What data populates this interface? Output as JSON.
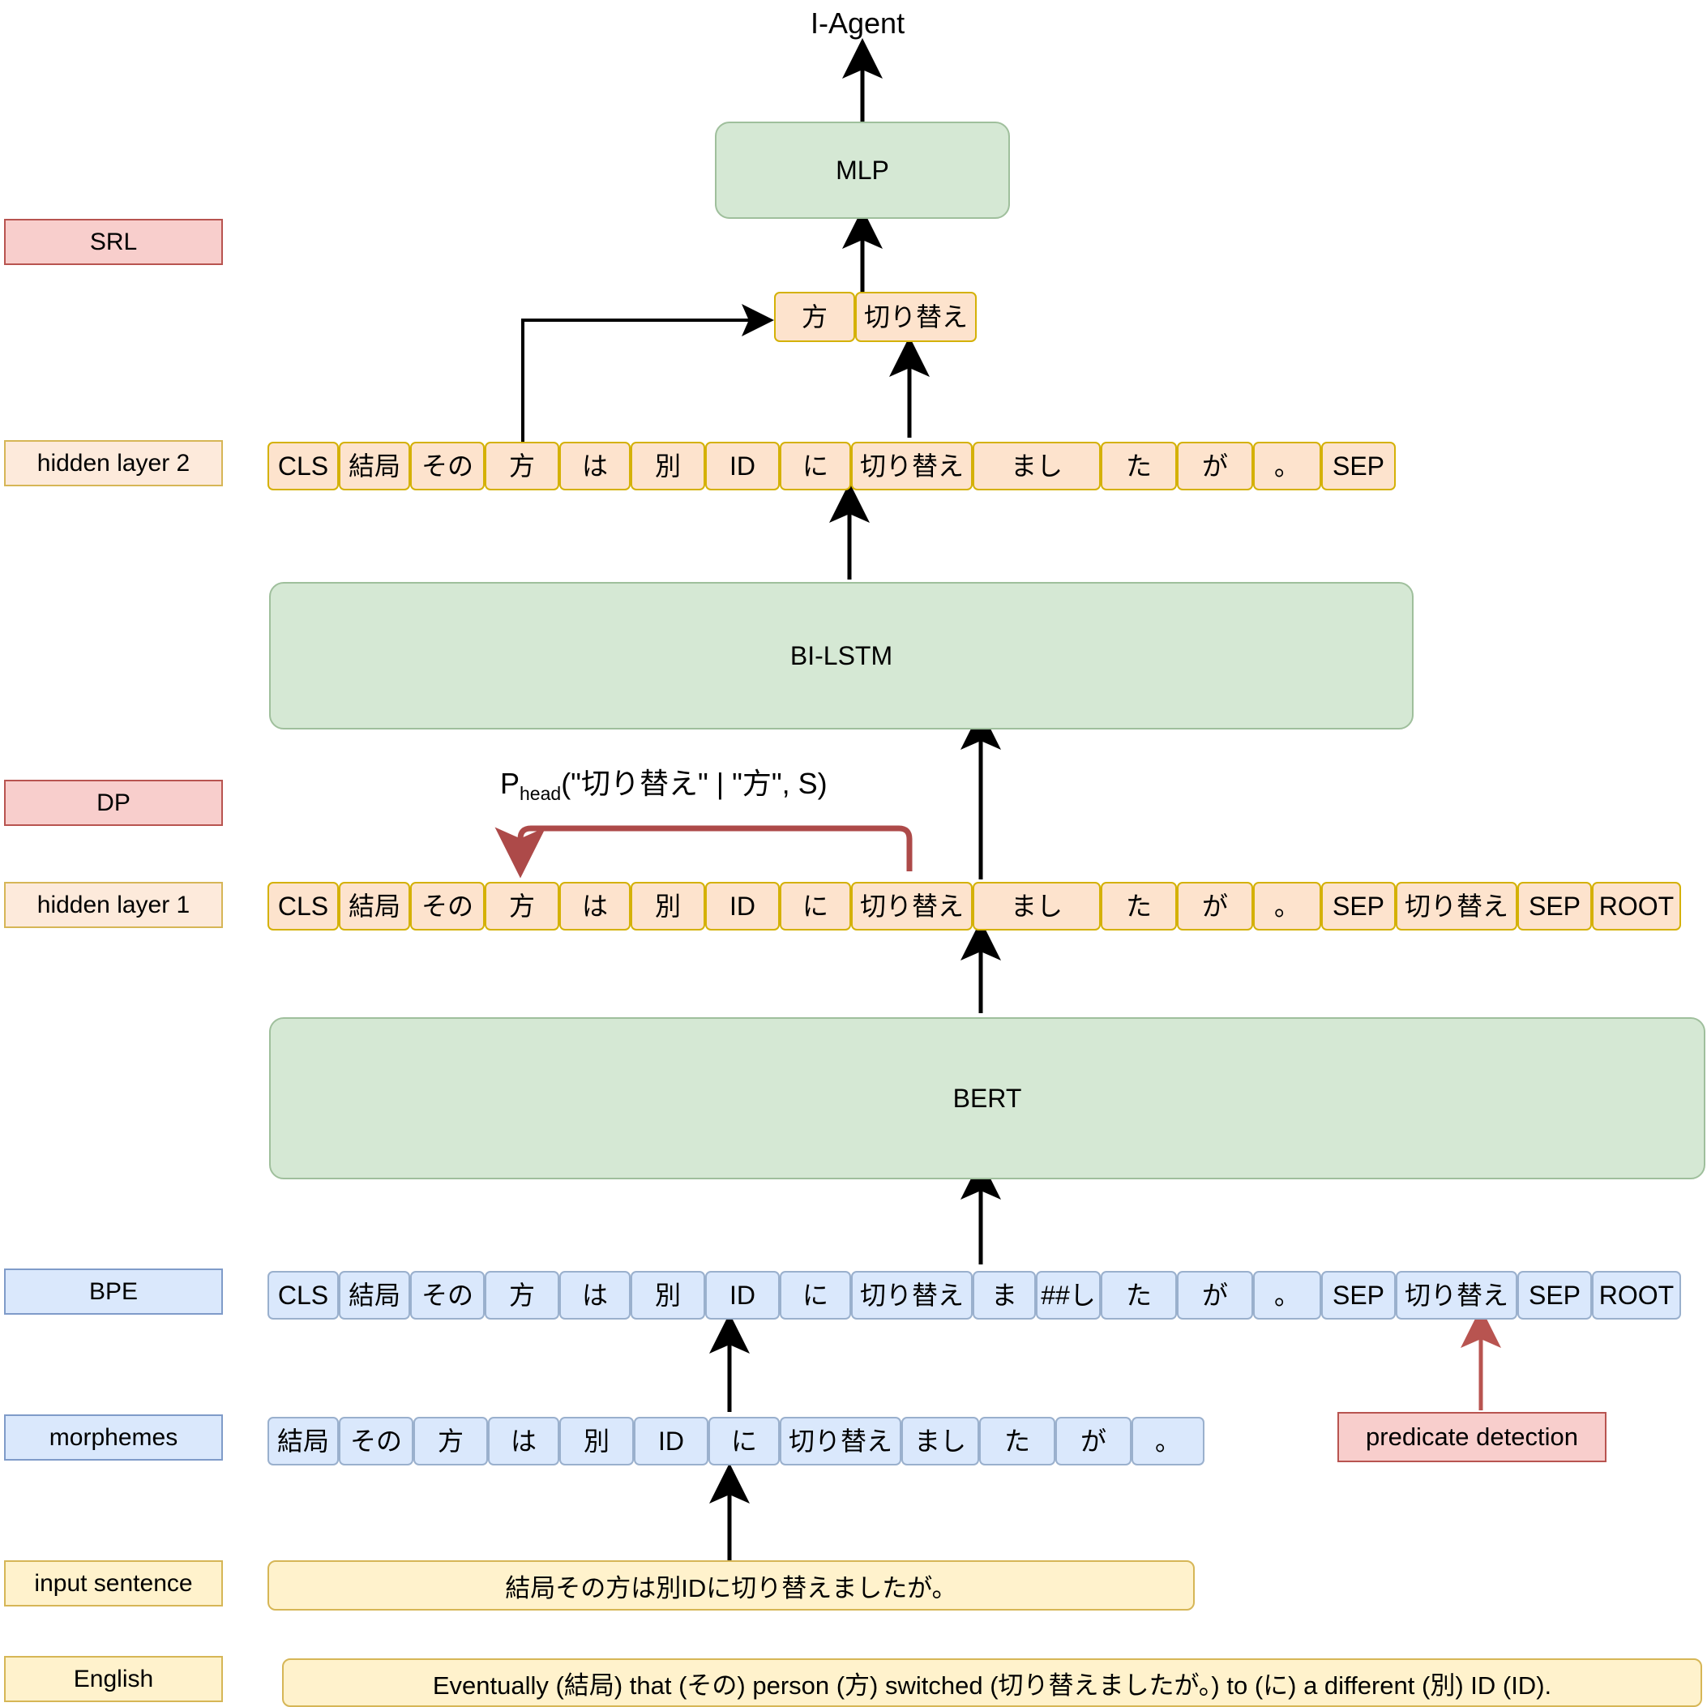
{
  "diagram": {
    "title_output": "I-Agent",
    "formula": {
      "base": "P",
      "sub": "head",
      "rest": "(\"切り替え\" | \"方\", S)"
    },
    "colors": {
      "srl_red_fill": "#f8cecc",
      "srl_red_stroke": "#b85450",
      "orange_fill": "#fde3cd",
      "orange_stroke": "#d4b106",
      "blue_fill": "#dae8fc",
      "blue_stroke": "#9ab0cd",
      "green_fill": "#d5e8d4",
      "green_stroke": "#9fbf9c",
      "yellow_fill": "#fff2cc",
      "yellow_stroke": "#d6b656",
      "arrow_black": "#000000",
      "arrow_red": "#b85450"
    }
  },
  "side_labels": {
    "srl": "SRL",
    "hidden_layer_2": "hidden layer 2",
    "dp": "DP",
    "hidden_layer_1": "hidden layer 1",
    "bpe": "BPE",
    "morphemes": "morphemes",
    "input_sentence": "input sentence",
    "english": "English"
  },
  "blocks": {
    "mlp": "MLP",
    "bilstm": "BI-LSTM",
    "bert": "BERT",
    "predicate_detection": "predicate detection"
  },
  "srl_output_tokens": [
    "方",
    "切り替え"
  ],
  "hidden_layer_2_tokens": [
    "CLS",
    "結局",
    "その",
    "方",
    "は",
    "別",
    "ID",
    "に",
    "切り替え",
    "まし",
    "た",
    "が",
    "。",
    "SEP"
  ],
  "hidden_layer_1_tokens": [
    "CLS",
    "結局",
    "その",
    "方",
    "は",
    "別",
    "ID",
    "に",
    "切り替え",
    "まし",
    "た",
    "が",
    "。",
    "SEP",
    "切り替え",
    "SEP",
    "ROOT"
  ],
  "bpe_tokens": [
    "CLS",
    "結局",
    "その",
    "方",
    "は",
    "別",
    "ID",
    "に",
    "切り替え",
    "ま",
    "##し",
    "た",
    "が",
    "。",
    "SEP",
    "切り替え",
    "SEP",
    "ROOT"
  ],
  "morpheme_tokens": [
    "結局",
    "その",
    "方",
    "は",
    "別",
    "ID",
    "に",
    "切り替え",
    "まし",
    "た",
    "が",
    "。"
  ],
  "input_sentence_text": "結局その方は別IDに切り替えましたが。",
  "english_text": "Eventually (結局) that (その) person (方) switched (切り替えましたが。) to (に) a different (別) ID (ID)."
}
